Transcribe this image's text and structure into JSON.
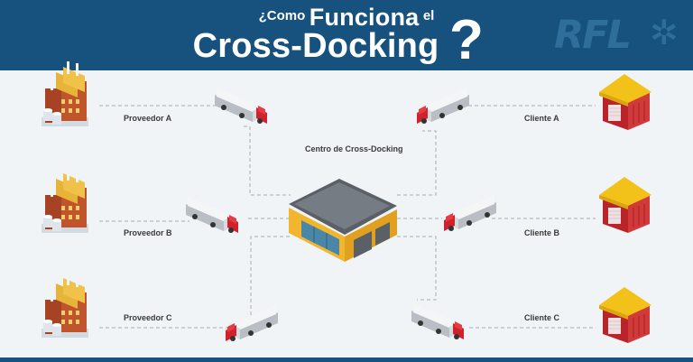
{
  "title": {
    "line1_small_prefix": "¿Como",
    "line1_main": "Funciona",
    "line1_small_suffix": "el",
    "line2": "Cross-Docking",
    "question_mark": "?"
  },
  "logo": {
    "text": "RFL",
    "star": "✲",
    "color": "#2f6d9b"
  },
  "center": {
    "label": "Centro de Cross-Docking"
  },
  "suppliers": [
    {
      "label": "Proveedor A"
    },
    {
      "label": "Proveedor B"
    },
    {
      "label": "Proveedor C"
    }
  ],
  "clients": [
    {
      "label": "Cliente A"
    },
    {
      "label": "Cliente B"
    },
    {
      "label": "Cliente C"
    }
  ],
  "icons": {
    "supplier": "factory-icon",
    "truck": "truck-icon",
    "center": "warehouse-icon",
    "client": "store-icon"
  },
  "colors": {
    "header": "#17527e",
    "factory_brick": "#c0542c",
    "factory_yellow": "#e7b43a",
    "truck_cab": "#d0222c",
    "warehouse_yellow": "#f1b62d",
    "store_red": "#c52a2a",
    "store_roof": "#f2c21b",
    "connector": "#a5adb5"
  }
}
